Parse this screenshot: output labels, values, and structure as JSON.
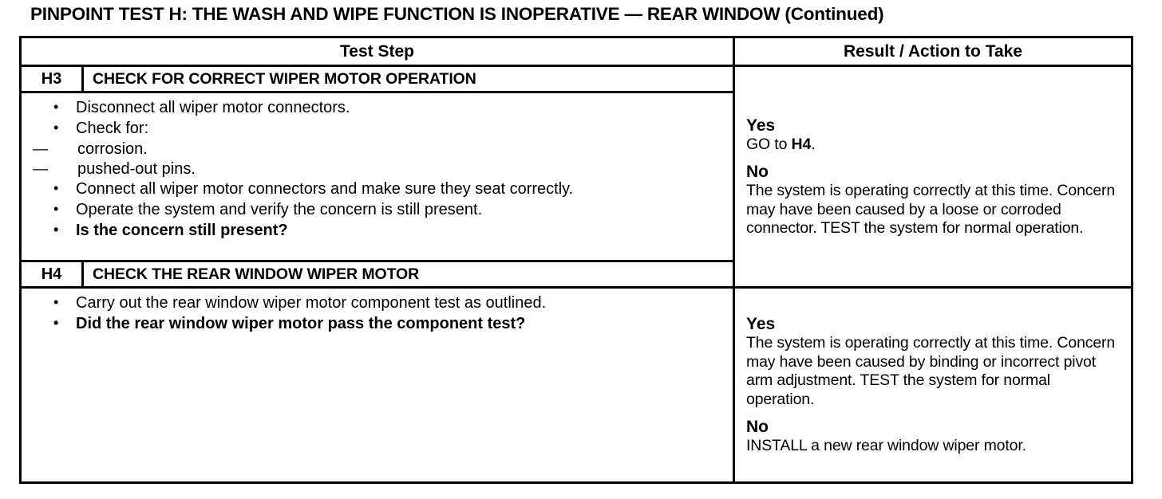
{
  "document": {
    "title": "PINPOINT TEST H: THE WASH AND WIPE FUNCTION IS INOPERATIVE — REAR WINDOW (Continued)"
  },
  "table": {
    "headers": {
      "test_step": "Test Step",
      "result_action": "Result / Action to Take"
    },
    "rows": [
      {
        "id": "H3",
        "title": "CHECK FOR CORRECT WIPER MOTOR OPERATION",
        "steps": [
          "Disconnect all wiper motor connectors.",
          "Check for:",
          "Connect all wiper motor connectors and make sure they seat correctly.",
          "Operate the system and verify the concern is still present.",
          "Is the concern still present?"
        ],
        "sub_steps": [
          "corrosion.",
          "pushed-out pins."
        ],
        "results": {
          "yes_label": "Yes",
          "yes_text_pre": "GO to ",
          "yes_text_bold": "H4",
          "yes_text_post": ".",
          "no_label": "No",
          "no_text": "The system is operating correctly at this time. Concern may have been caused by a loose or corroded connector. TEST the system for normal operation."
        }
      },
      {
        "id": "H4",
        "title": "CHECK THE REAR WINDOW WIPER MOTOR",
        "steps": [
          "Carry out the rear window wiper motor component test as outlined.",
          "Did the rear window wiper motor pass the component test?"
        ],
        "results": {
          "yes_label": "Yes",
          "yes_text": "The system is operating correctly at this time. Concern may have been caused by binding or incorrect pivot arm adjustment. TEST the system for normal operation.",
          "no_label": "No",
          "no_text": "INSTALL a new rear window wiper motor."
        }
      }
    ]
  },
  "colors": {
    "text": "#000000",
    "background": "#ffffff",
    "border": "#000000"
  }
}
